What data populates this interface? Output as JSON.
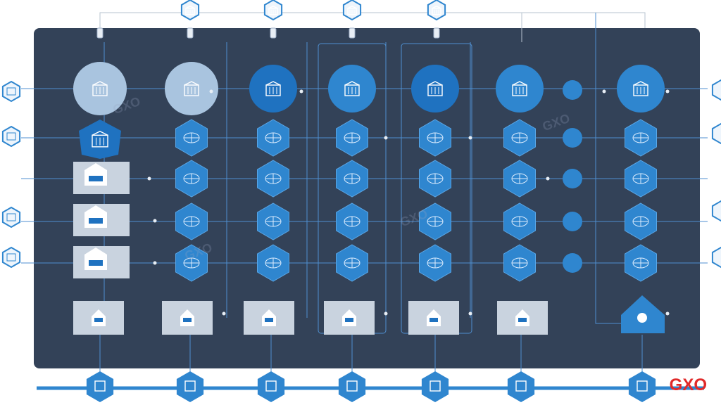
{
  "brand": {
    "text": "GXO",
    "color": "#e02a2a"
  },
  "watermarks": [
    "GXO",
    "GXO",
    "GXO",
    "GXO"
  ],
  "columns": [
    {
      "label": "",
      "footer": ""
    },
    {
      "label": "",
      "footer": ""
    },
    {
      "label": "",
      "footer": ""
    },
    {
      "label": "",
      "footer": ""
    },
    {
      "label": "",
      "footer": ""
    },
    {
      "label": "",
      "footer": ""
    },
    {
      "label": "",
      "footer": ""
    }
  ],
  "colors": {
    "panel": "#334258",
    "node_light": "#a9c4df",
    "node_mid": "#2f86cf",
    "node_dark": "#1f72c0",
    "line": "#4f8fd0",
    "box": "#c9d3df"
  },
  "icons": {
    "top": "building-icon",
    "hex": "network-hub-icon",
    "side": "device-icon",
    "box": "device-icon",
    "bottom": "device-icon"
  }
}
